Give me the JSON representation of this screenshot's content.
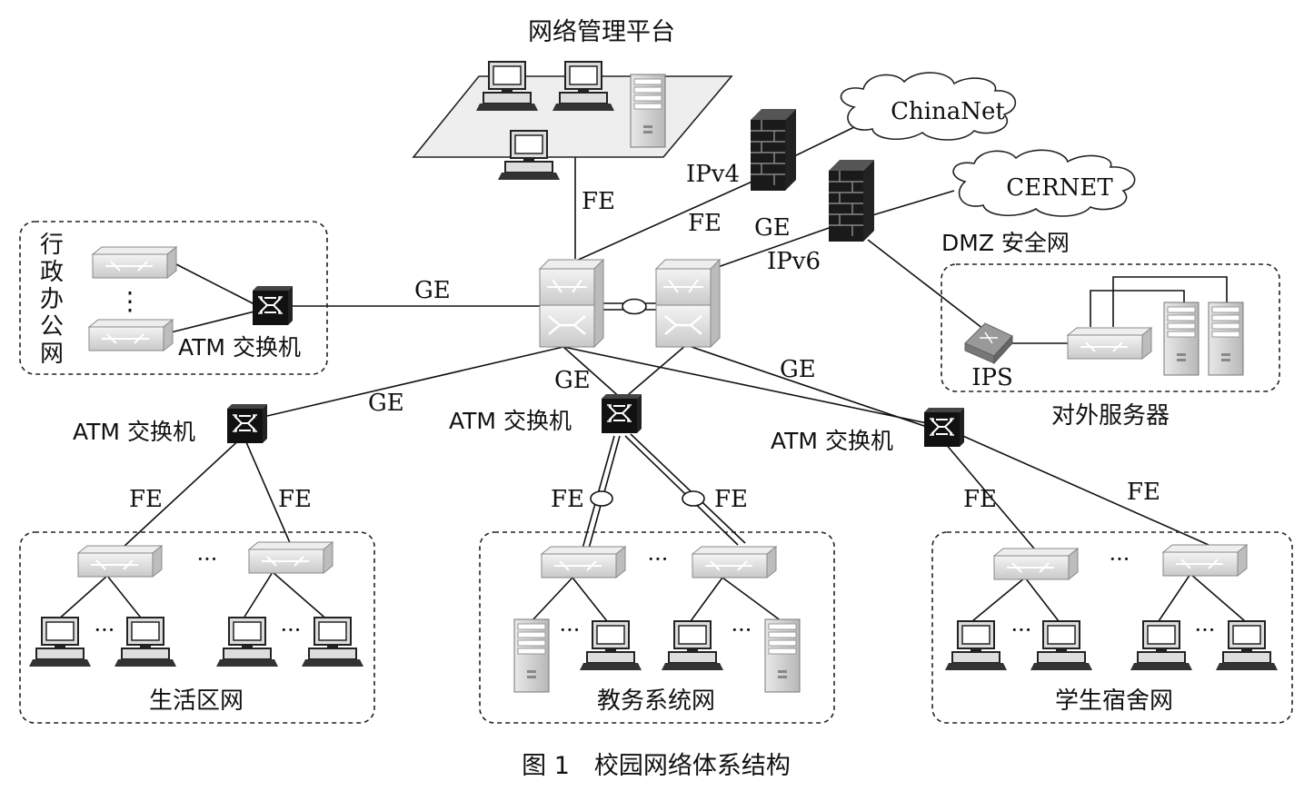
{
  "diagram": {
    "caption": "图 1　校园网络体系结构",
    "management": {
      "title": "网络管理平台"
    },
    "core": {
      "fe_up": "FE",
      "ge_left": "GE"
    },
    "internet": {
      "chinanet": "ChinaNet",
      "cernet": "CERNET",
      "ipv4": "IPv4",
      "ipv6": "IPv6",
      "fe": "FE",
      "ge": "GE"
    },
    "admin_net": {
      "title_chars": [
        "行",
        "政",
        "办",
        "公",
        "网"
      ],
      "switch_label": "ATM 交换机",
      "ellipsis": "⋮"
    },
    "dmz": {
      "title": "DMZ 安全网",
      "ips": "IPS",
      "servers": "对外服务器"
    },
    "distribution": {
      "left": {
        "switch_label": "ATM 交换机",
        "uplink": "GE"
      },
      "center": {
        "switch_label": "ATM 交换机",
        "uplink": "GE"
      },
      "right": {
        "switch_label": "ATM 交换机",
        "uplink": "GE"
      }
    },
    "access": {
      "living": {
        "title": "生活区网",
        "fe_left": "FE",
        "fe_right": "FE"
      },
      "teaching": {
        "title": "教务系统网",
        "fe_left": "FE",
        "fe_right": "FE"
      },
      "dorm": {
        "title": "学生宿舍网",
        "fe_left": "FE",
        "fe_right": "FE"
      },
      "ellipsis": "···"
    }
  }
}
